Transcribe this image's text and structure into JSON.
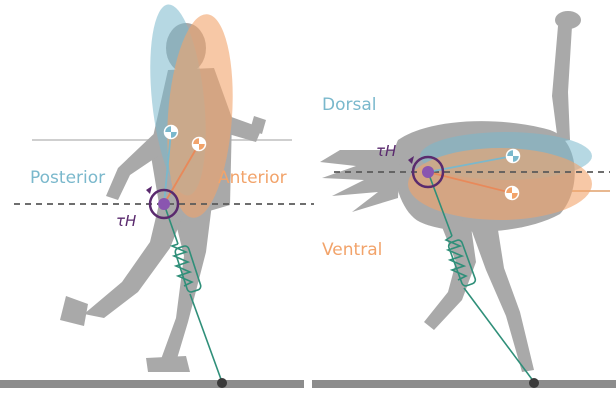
{
  "left_panel": {
    "label_posterior": "Posterior",
    "label_anterior": "Anterior",
    "label_tau": "τH"
  },
  "right_panel": {
    "label_dorsal": "Dorsal",
    "label_ventral": "Ventral",
    "label_tau": "τH"
  },
  "colors": {
    "posterior_dorsal": "#7ab8cc",
    "anterior_ventral": "#f2a36a",
    "body_silhouette": "#a9a9a9",
    "hip_joint": "#8a55b0",
    "torque_arrow": "#5a2a6e",
    "leg_spring": "#2f8f79",
    "ground": "#8c8c8c",
    "dashed_line": "#5a5a5a"
  }
}
